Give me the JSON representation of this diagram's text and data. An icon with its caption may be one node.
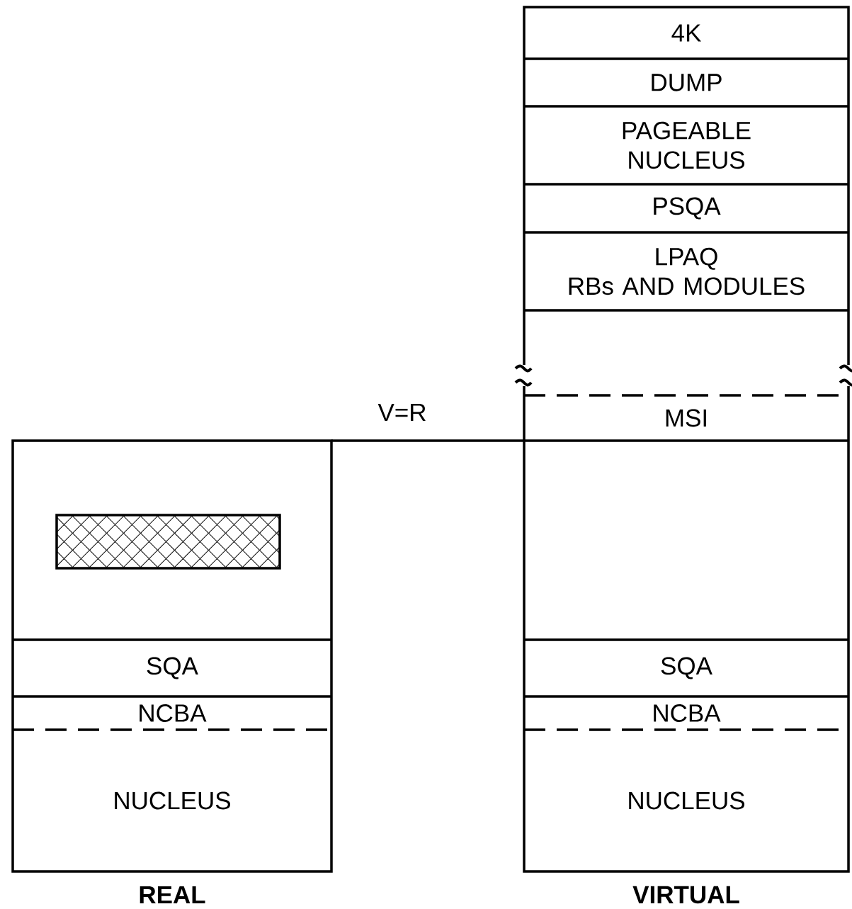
{
  "diagram": {
    "nodes": [
      {
        "text": [
          "REAL"
        ]
      },
      {
        "text": [],
        "shape": "box",
        "in": 0
      },
      {
        "text": [
          "SQA"
        ],
        "in": 0
      },
      {
        "text": [
          "NCBA"
        ],
        "in": 0
      },
      {
        "text": [
          "NUCLEUS"
        ],
        "in": 0
      },
      {
        "text": [
          "VIRTUAL"
        ]
      },
      {
        "text": [
          "4K"
        ],
        "in": 5
      },
      {
        "text": [
          "DUMP"
        ],
        "in": 5
      },
      {
        "text": [
          "PAGEABLE NUCLEUS"
        ],
        "in": 5
      },
      {
        "text": [
          "PSQA"
        ],
        "in": 5
      },
      {
        "text": [
          "LPAQ",
          "RBs AND MODULES"
        ],
        "in": 5
      },
      {
        "text": [
          "MSI"
        ],
        "in": 5
      },
      {
        "text": [
          "SQA"
        ],
        "in": 5
      },
      {
        "text": [
          "NCBA"
        ],
        "in": 5
      },
      {
        "text": [
          "NUCLEUS"
        ],
        "in": 5
      }
    ],
    "labels": [
      "V=R"
    ]
  }
}
